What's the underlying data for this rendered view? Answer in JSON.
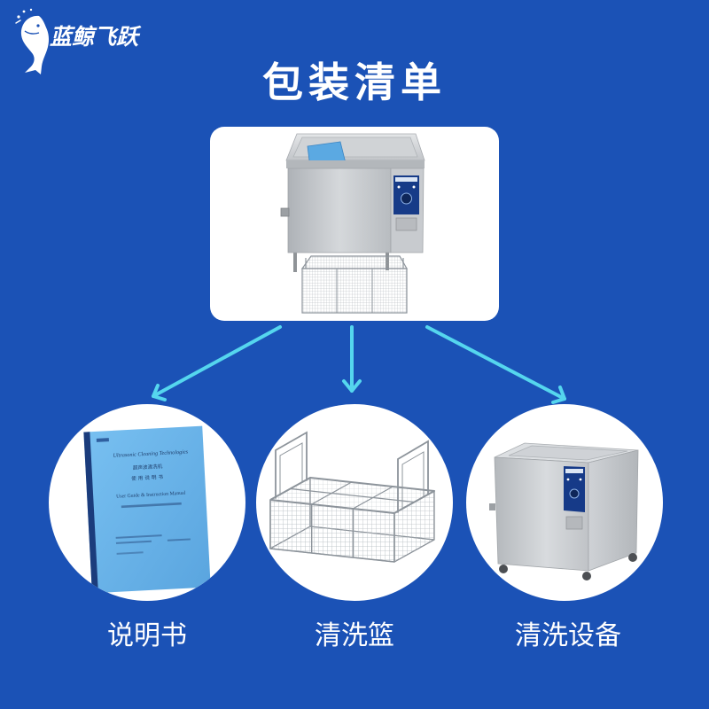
{
  "brand": {
    "name": "蓝鲸飞跃",
    "logo_icon": "whale-logo-icon"
  },
  "title": "包装清单",
  "colors": {
    "background": "#1b52b6",
    "arrow": "#55d6ee",
    "panel": "#ffffff",
    "text": "#ffffff"
  },
  "hero": {
    "image": "ultrasonic-cleaner-with-basket-photo"
  },
  "items": [
    {
      "label": "说明书",
      "image": "instruction-manual-photo"
    },
    {
      "label": "清洗篮",
      "image": "wire-cleaning-basket-photo"
    },
    {
      "label": "清洗设备",
      "image": "ultrasonic-cleaner-photo"
    }
  ],
  "manual_cover": {
    "lines": [
      "Ultrasonic Cleaning Technologies",
      "超声波清洗机",
      "使用说明书",
      "User Guide & Instruction Manual"
    ]
  }
}
